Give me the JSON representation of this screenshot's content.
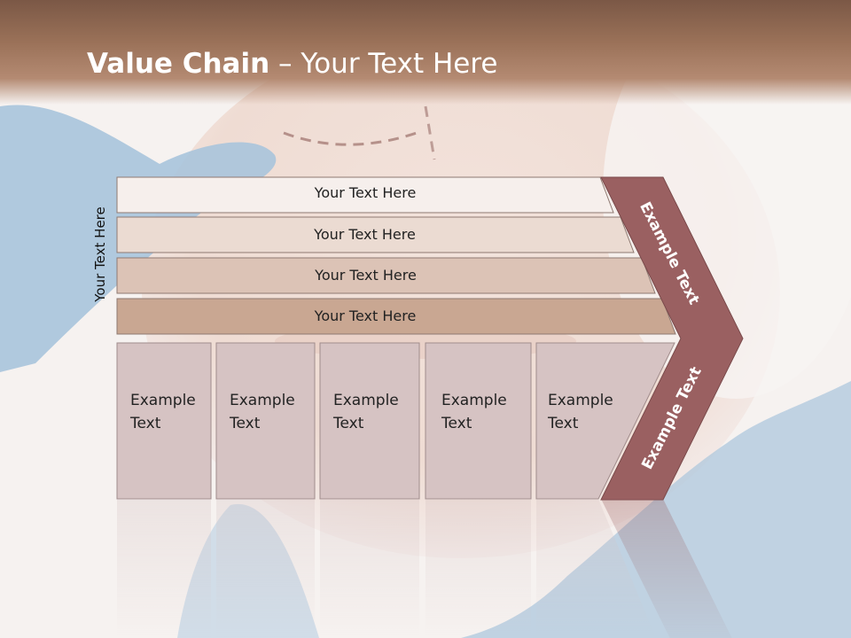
{
  "title": {
    "bold": "Value Chain",
    "rest": " – Your Text Here"
  },
  "side_label": "Your Text Here",
  "rows": [
    {
      "label": "Your Text Here",
      "fill": "#f6efec"
    },
    {
      "label": "Your Text Here",
      "fill": "#ebdbd2"
    },
    {
      "label": "Your Text Here",
      "fill": "#dcc3b6"
    },
    {
      "label": "Your Text Here",
      "fill": "#c9a792"
    }
  ],
  "boxes": [
    {
      "line1": "Example",
      "line2": "Text"
    },
    {
      "line1": "Example",
      "line2": "Text"
    },
    {
      "line1": "Example",
      "line2": "Text"
    },
    {
      "line1": "Example",
      "line2": "Text"
    },
    {
      "line1": "Example",
      "line2": "Text"
    }
  ],
  "chevron": {
    "upper_label": "Example Text",
    "lower_label": "Example Text",
    "fill": "#9a6061"
  },
  "colors": {
    "box_fill": "#d6c3c3",
    "box_stroke": "#a08c8c",
    "title_bar": "#8e664f"
  }
}
